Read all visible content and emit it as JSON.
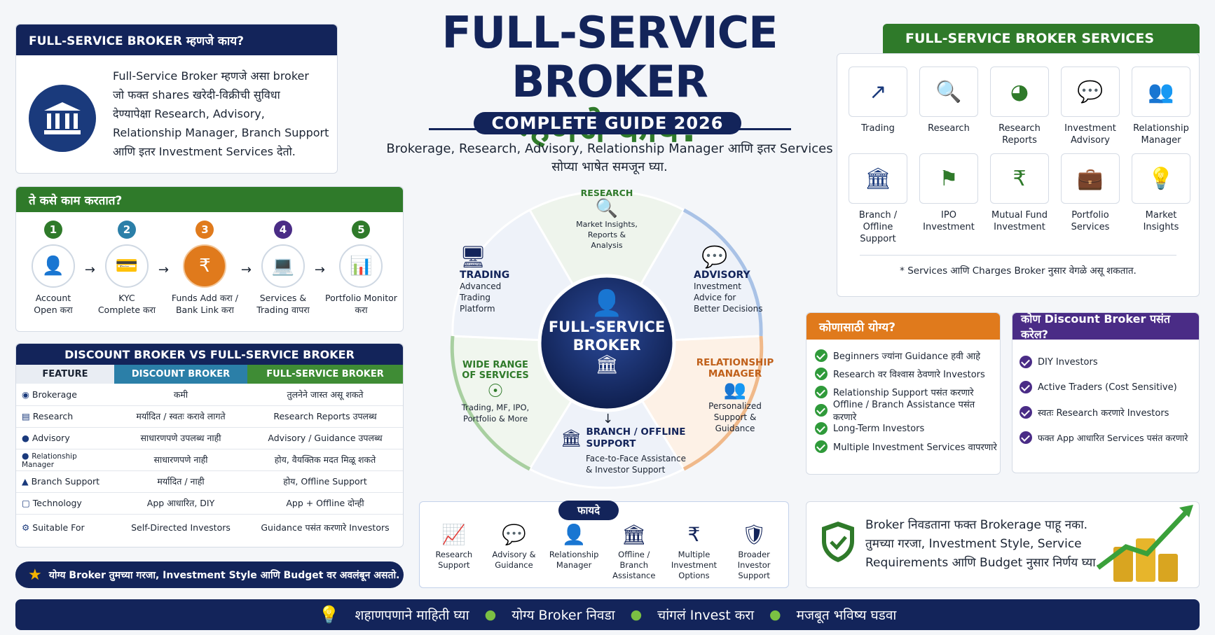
{
  "title": {
    "line1": "FULL-SERVICE BROKER",
    "line2": "म्हणजे काय?",
    "badge": "COMPLETE GUIDE 2026",
    "subtitle1": "Brokerage, Research, Advisory, Relationship Manager आणि इतर Services",
    "subtitle2": "सोप्या भाषेत समजून घ्या."
  },
  "what": {
    "header": "FULL-SERVICE BROKER म्हणजे काय?",
    "lines": [
      "Full-Service Broker म्हणजे असा broker",
      "जो फक्त shares खरेदी-विक्रीची सुविधा",
      "देण्यापेक्षा Research, Advisory,",
      "Relationship Manager, Branch Support",
      "आणि इतर Investment Services देतो."
    ],
    "icon": "bank-building-icon"
  },
  "how": {
    "header": "ते कसे काम करतात?",
    "steps": [
      {
        "num": "1",
        "l1": "Account",
        "l2": "Open करा",
        "icon": "user-lock-icon",
        "color": "#2f7a2a"
      },
      {
        "num": "2",
        "l1": "KYC",
        "l2": "Complete करा",
        "icon": "id-card-icon",
        "color": "#2b7fa8"
      },
      {
        "num": "3",
        "l1": "Funds Add करा /",
        "l2": "Bank Link करा",
        "icon": "rupee-coin-icon",
        "color": "#e07a1c"
      },
      {
        "num": "4",
        "l1": "Services &",
        "l2": "Trading वापरा",
        "icon": "laptop-chart-icon",
        "color": "#4a2c86"
      },
      {
        "num": "5",
        "l1": "Portfolio Monitor",
        "l2": "करा",
        "icon": "bar-chart-icon",
        "color": "#2f7a2a"
      }
    ]
  },
  "compare": {
    "header": "DISCOUNT BROKER VS FULL-SERVICE BROKER",
    "columns": [
      "FEATURE",
      "DISCOUNT BROKER",
      "FULL-SERVICE BROKER"
    ],
    "rows": [
      {
        "feature": "Brokerage",
        "icon": "money-icon",
        "discount": "कमी",
        "full": "तुलनेने जास्त असू शकते"
      },
      {
        "feature": "Research",
        "icon": "document-icon",
        "discount": "मर्यादित / स्वतः करावे लागते",
        "full": "Research Reports उपलब्ध"
      },
      {
        "feature": "Advisory",
        "icon": "advisor-icon",
        "discount": "साधारणपणे उपलब्ध नाही",
        "full": "Advisory / Guidance उपलब्ध"
      },
      {
        "feature": "Relationship Manager",
        "icon": "people-icon",
        "discount": "साधारणपणे नाही",
        "full": "होय, वैयक्तिक मदत मिळू शकते"
      },
      {
        "feature": "Branch Support",
        "icon": "bank-icon",
        "discount": "मर्यादित / नाही",
        "full": "होय, Offline Support"
      },
      {
        "feature": "Technology",
        "icon": "monitor-icon",
        "discount": "App आधारित, DIY",
        "full": "App + Offline दोन्ही"
      },
      {
        "feature": "Suitable For",
        "icon": "gear-people-icon",
        "discount": "Self-Directed Investors",
        "full": "Guidance पसंत करणारे Investors"
      }
    ]
  },
  "tip": "योग्य Broker तुमच्या गरजा, Investment Style आणि Budget वर अवलंबून असतो.",
  "wheel": {
    "center1": "FULL-SERVICE",
    "center2": "BROKER",
    "research": {
      "title": "RESEARCH",
      "l1": "Market Insights,",
      "l2": "Reports &",
      "l3": "Analysis"
    },
    "trading": {
      "title": "TRADING",
      "l1": "Advanced",
      "l2": "Trading",
      "l3": "Platform"
    },
    "advisory": {
      "title": "ADVISORY",
      "l1": "Investment",
      "l2": "Advice for",
      "l3": "Better Decisions"
    },
    "wide": {
      "t1": "WIDE RANGE",
      "t2": "OF SERVICES",
      "l1": "Trading, MF, IPO,",
      "l2": "Portfolio & More"
    },
    "rm": {
      "t1": "RELATIONSHIP",
      "t2": "MANAGER",
      "l1": "Personalized",
      "l2": "Support &",
      "l3": "Guidance"
    },
    "branch": {
      "t1": "BRANCH / OFFLINE",
      "t2": "SUPPORT",
      "l1": "Face-to-Face Assistance",
      "l2": "& Investor Support"
    }
  },
  "benefits": {
    "header": "फायदे",
    "items": [
      {
        "l1": "Research",
        "l2": "Support",
        "l3": "",
        "icon": "chart-up-icon"
      },
      {
        "l1": "Advisory &",
        "l2": "Guidance",
        "l3": "",
        "icon": "advisor-chat-icon"
      },
      {
        "l1": "Relationship",
        "l2": "Manager",
        "l3": "",
        "icon": "manager-icon"
      },
      {
        "l1": "Offline / Branch",
        "l2": "Assistance",
        "l3": "",
        "icon": "bank-icon"
      },
      {
        "l1": "Multiple",
        "l2": "Investment",
        "l3": "Options",
        "icon": "hand-rupee-icon"
      },
      {
        "l1": "Broader Investor",
        "l2": "Support",
        "l3": "",
        "icon": "shield-check-icon"
      }
    ]
  },
  "services": {
    "header": "FULL-SERVICE BROKER SERVICES",
    "items": [
      {
        "l1": "Trading",
        "l2": "",
        "icon": "trend-line-icon"
      },
      {
        "l1": "Research",
        "l2": "",
        "icon": "research-doc-icon"
      },
      {
        "l1": "Research",
        "l2": "Reports",
        "icon": "pie-chart-icon"
      },
      {
        "l1": "Investment",
        "l2": "Advisory",
        "icon": "advisor-chat-icon"
      },
      {
        "l1": "Relationship",
        "l2": "Manager",
        "icon": "people-icon"
      },
      {
        "l1": "Branch /",
        "l2": "Offline Support",
        "icon": "bank-icon"
      },
      {
        "l1": "IPO",
        "l2": "Investment",
        "icon": "ipo-flag-icon"
      },
      {
        "l1": "Mutual Fund",
        "l2": "Investment",
        "icon": "plant-rupee-icon"
      },
      {
        "l1": "Portfolio",
        "l2": "Services",
        "icon": "briefcase-chart-icon"
      },
      {
        "l1": "Market",
        "l2": "Insights",
        "icon": "bulb-icon"
      }
    ],
    "note": "* Services आणि Charges Broker नुसार वेगळे असू शकतात."
  },
  "suitable": {
    "header": "कोणासाठी योग्य?",
    "items": [
      "Beginners ज्यांना Guidance हवी आहे",
      "Research वर विश्वास ठेवणारे Investors",
      "Relationship Support पसंत करणारे",
      "Offline / Branch Assistance पसंत करणारे",
      "Long-Term Investors",
      "Multiple Investment Services वापरणारे"
    ]
  },
  "discount_pref": {
    "header": "कोण Discount Broker पसंत करेल?",
    "items": [
      "DIY Investors",
      "Active Traders (Cost Sensitive)",
      "स्वतः Research करणारे Investors",
      "फक्त App आधारित Services पसंत करणारे"
    ]
  },
  "advice": {
    "l1": "Broker निवडताना फक्त Brokerage पाहू नका.",
    "l2": "तुमच्या गरजा, Investment Style, Service",
    "l3": "Requirements आणि Budget नुसार निर्णय घ्या."
  },
  "footer": {
    "items": [
      "शहाणपणाने माहिती घ्या",
      "योग्य Broker निवडा",
      "चांगलं Invest करा",
      "मजबूत भविष्य घडवा"
    ]
  },
  "colors": {
    "navy": "#13245a",
    "green": "#2f7a2a",
    "orange": "#e07a1c",
    "purple": "#4a2c86"
  }
}
